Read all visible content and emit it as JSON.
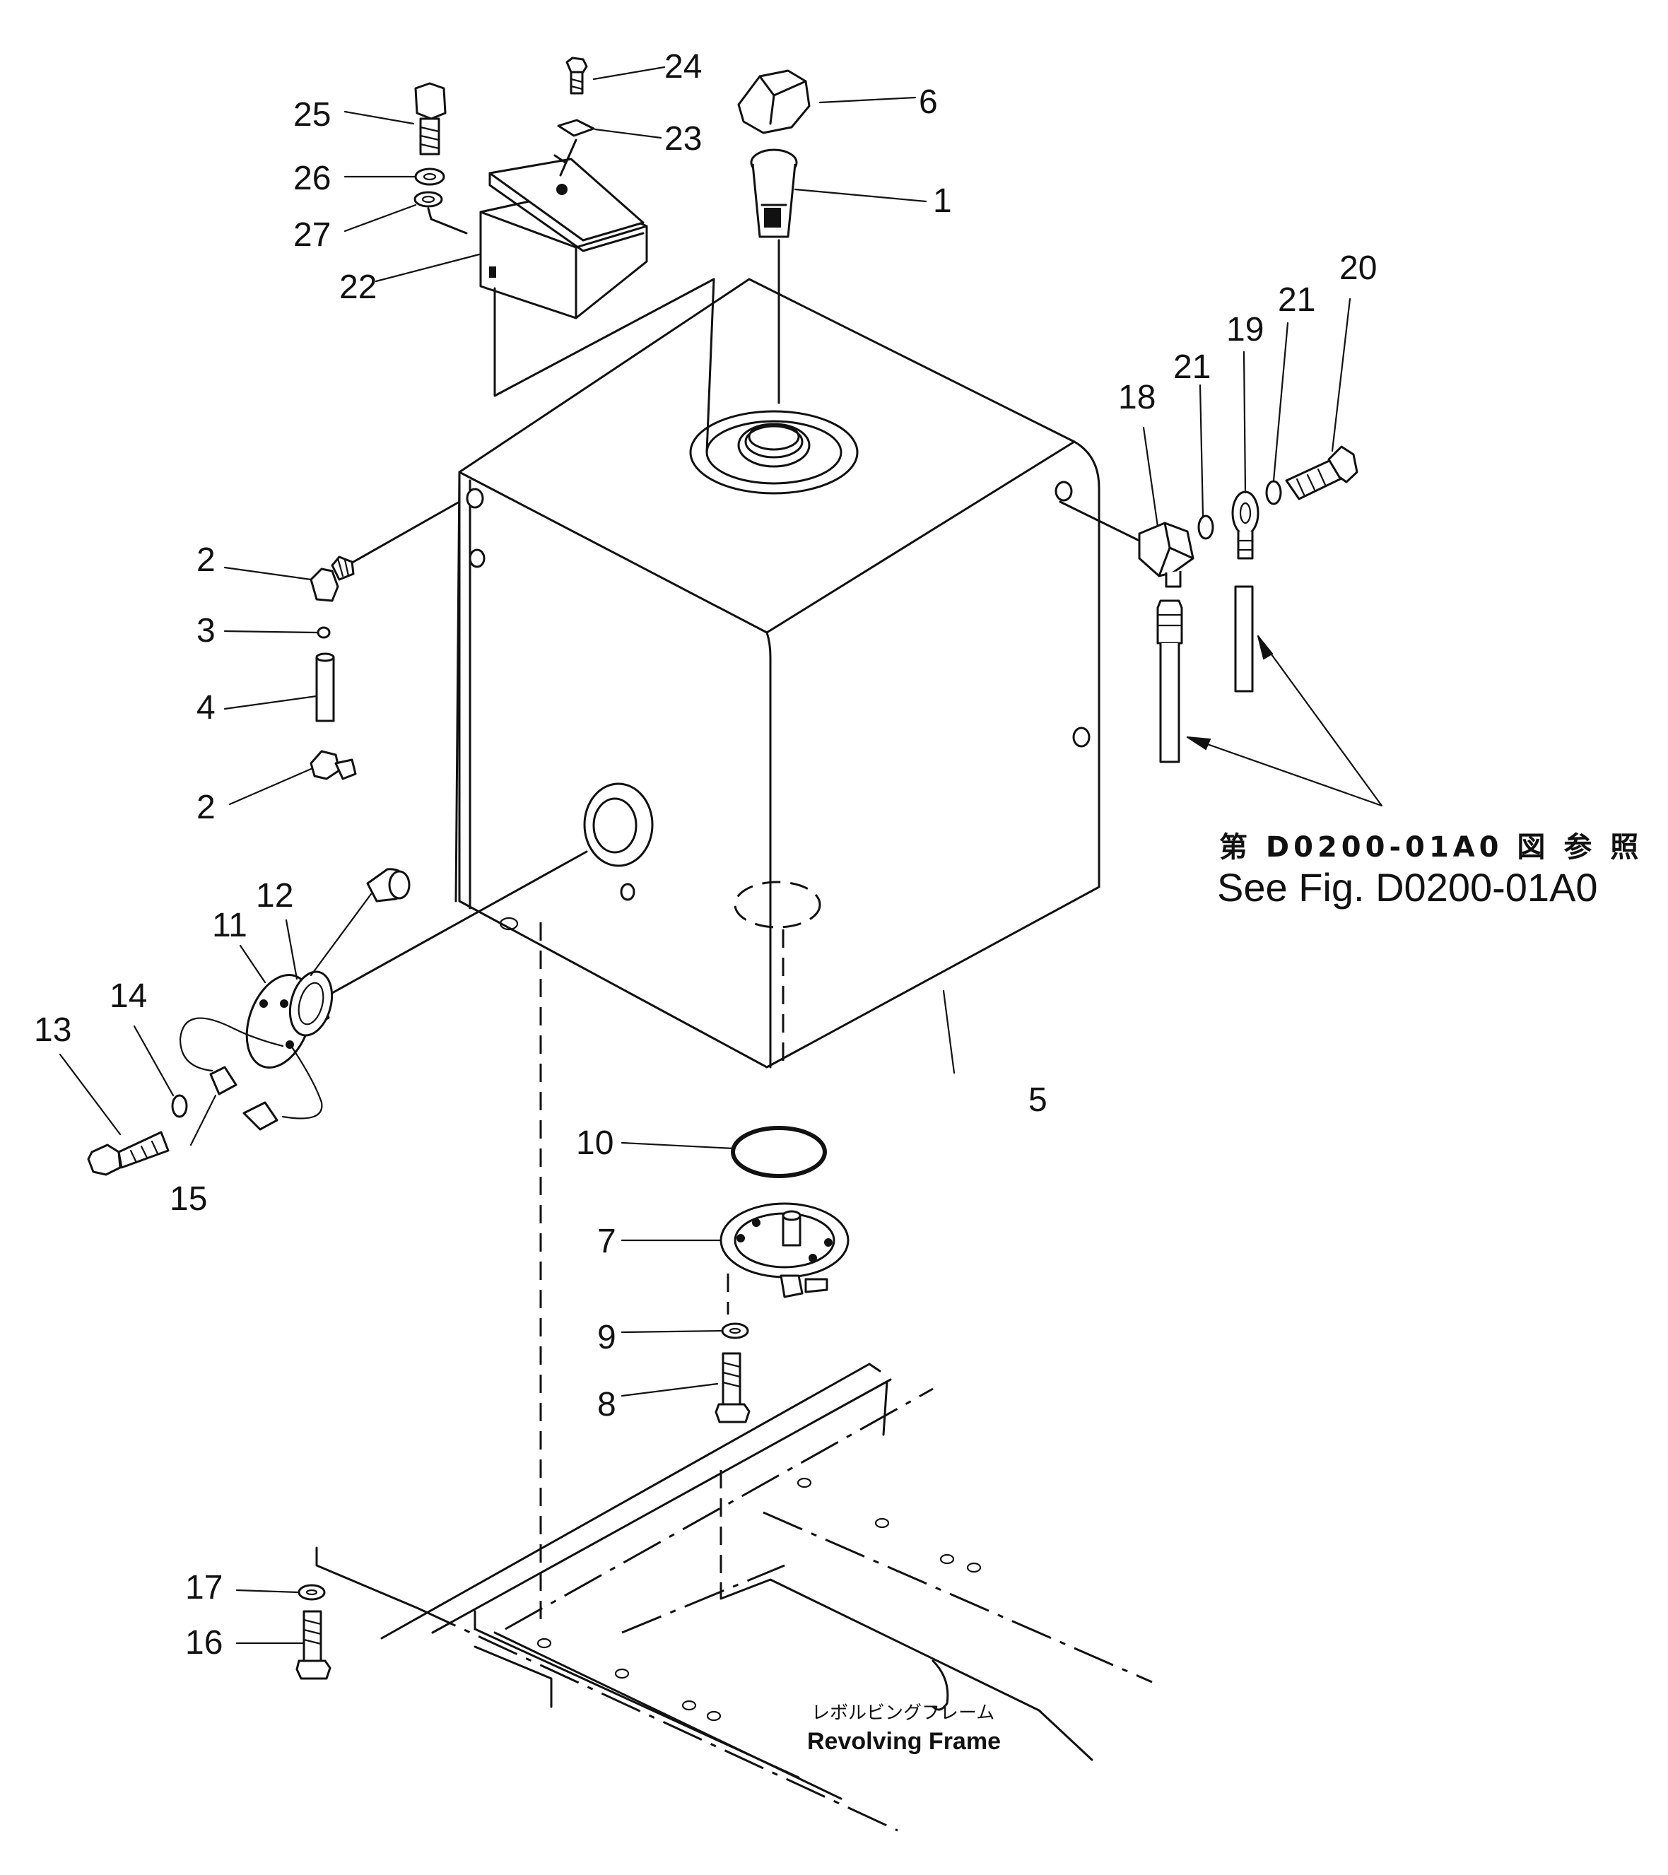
{
  "callouts": [
    {
      "id": "1",
      "text": "1"
    },
    {
      "id": "2a",
      "text": "2"
    },
    {
      "id": "2b",
      "text": "2"
    },
    {
      "id": "3",
      "text": "3"
    },
    {
      "id": "4",
      "text": "4"
    },
    {
      "id": "5",
      "text": "5"
    },
    {
      "id": "6",
      "text": "6"
    },
    {
      "id": "7",
      "text": "7"
    },
    {
      "id": "8",
      "text": "8"
    },
    {
      "id": "9",
      "text": "9"
    },
    {
      "id": "10",
      "text": "10"
    },
    {
      "id": "11",
      "text": "11"
    },
    {
      "id": "12",
      "text": "12"
    },
    {
      "id": "13",
      "text": "13"
    },
    {
      "id": "14",
      "text": "14"
    },
    {
      "id": "15",
      "text": "15"
    },
    {
      "id": "16",
      "text": "16"
    },
    {
      "id": "17",
      "text": "17"
    },
    {
      "id": "18",
      "text": "18"
    },
    {
      "id": "19",
      "text": "19"
    },
    {
      "id": "20",
      "text": "20"
    },
    {
      "id": "21a",
      "text": "21"
    },
    {
      "id": "21b",
      "text": "21"
    },
    {
      "id": "22",
      "text": "22"
    },
    {
      "id": "23",
      "text": "23"
    },
    {
      "id": "24",
      "text": "24"
    },
    {
      "id": "25",
      "text": "25"
    },
    {
      "id": "26",
      "text": "26"
    },
    {
      "id": "27",
      "text": "27"
    }
  ],
  "reference": {
    "jp": "第 D0200-01A0 図 参 照",
    "en": "See Fig. D0200-01A0"
  },
  "frame_label": {
    "jp": "レボルビングフレーム",
    "en": "Revolving Frame"
  }
}
